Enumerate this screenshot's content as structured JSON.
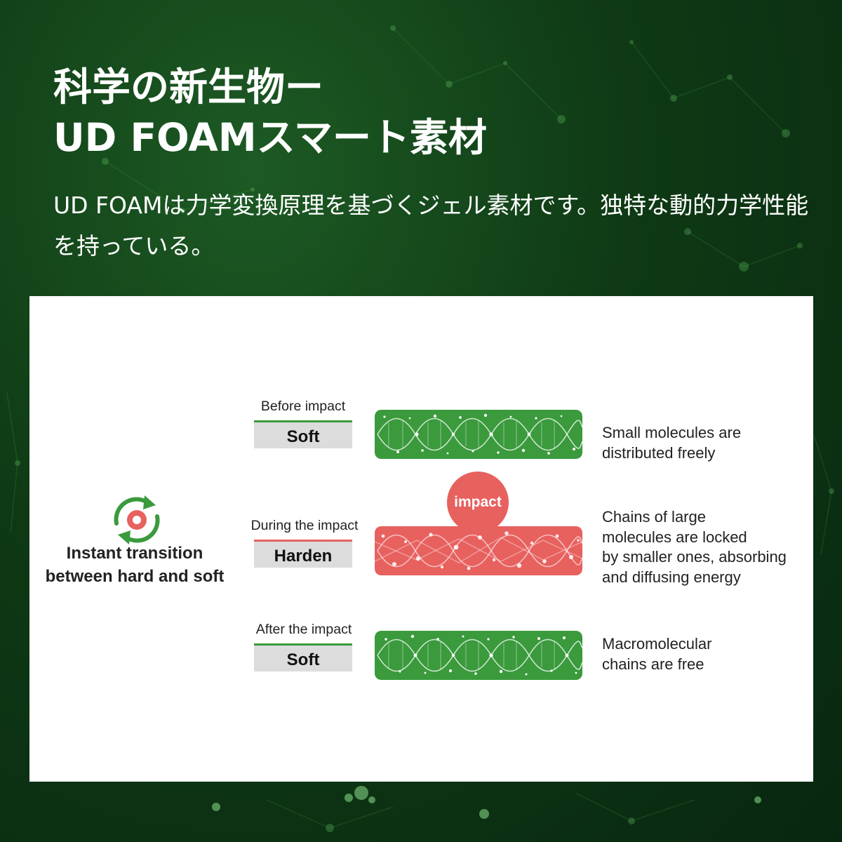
{
  "header": {
    "title_line1": "科学の新生物ー",
    "title_line2": "UD FOAMスマート素材",
    "description": "UD FOAMは力学変換原理を基づくジェル素材です。独特な動的力学性能を持っている。"
  },
  "diagram": {
    "transition": {
      "icon": "cycle-arrows-icon",
      "label_line1": "Instant transition",
      "label_line2": "between hard and soft"
    },
    "impact_badge": "impact",
    "rows": [
      {
        "phase": "Before impact",
        "state": "Soft",
        "strip_color": "#3a9a3c",
        "description_lines": [
          "Small molecules are",
          "distributed freely"
        ]
      },
      {
        "phase": "During the impact",
        "state": "Harden",
        "strip_color": "#e7615f",
        "description_lines": [
          "Chains of large",
          "molecules are locked",
          "by smaller ones, absorbing",
          "and diffusing energy"
        ]
      },
      {
        "phase": "After the impact",
        "state": "Soft",
        "strip_color": "#3a9a3c",
        "description_lines": [
          "Macromolecular",
          "chains are free"
        ]
      }
    ]
  },
  "colors": {
    "background": "#0f3a15",
    "soft_green": "#3a9a3c",
    "impact_red": "#e7615f",
    "state_box": "#dcdcdc"
  }
}
